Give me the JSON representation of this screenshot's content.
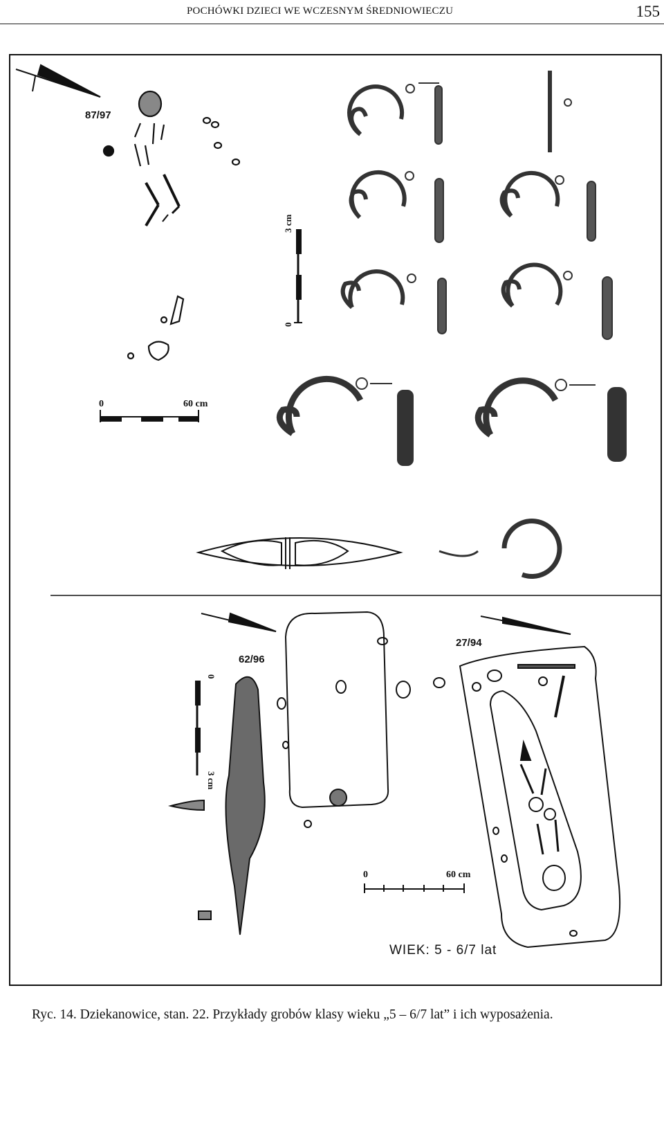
{
  "running_head": {
    "title": "POCHÓWKI DZIECI WE WCZESNYM ŚREDNIOWIECZU",
    "page_number": "155"
  },
  "plate": {
    "graves": [
      {
        "id": "87/97"
      },
      {
        "id": "62/96"
      },
      {
        "id": "27/94"
      }
    ],
    "scales": {
      "grave_top": {
        "start": "0",
        "end": "60 cm"
      },
      "grave_bottom": {
        "start": "0",
        "end": "60 cm"
      },
      "object_top": {
        "start": "0",
        "end": "3 cm"
      },
      "object_bottom": {
        "start": "0",
        "end": "3 cm"
      }
    },
    "age_label": "WIEK: 5 - 6/7 lat"
  },
  "caption": "Ryc. 14. Dziekanowice, stan. 22. Przykłady grobów klasy wieku „5 – 6/7 lat” i ich wyposażenia."
}
